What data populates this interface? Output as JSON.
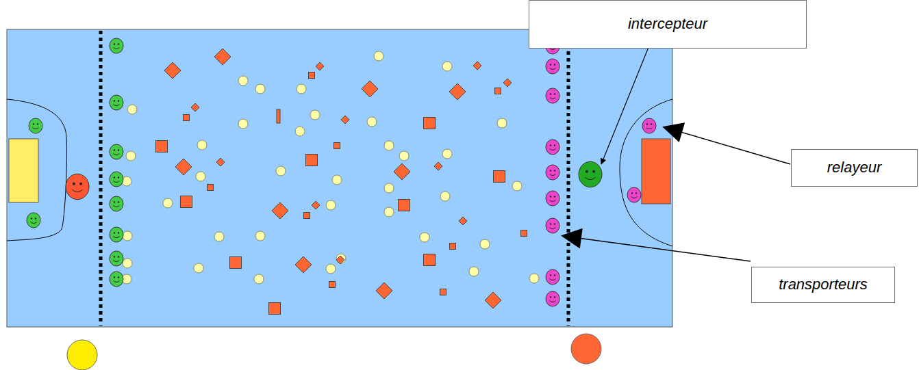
{
  "diagram": {
    "nodes": [
      {
        "text": [
          "intercepteur"
        ]
      },
      {
        "text": [
          "relayeur"
        ]
      },
      {
        "text": [
          "transporteurs"
        ]
      }
    ]
  }
}
